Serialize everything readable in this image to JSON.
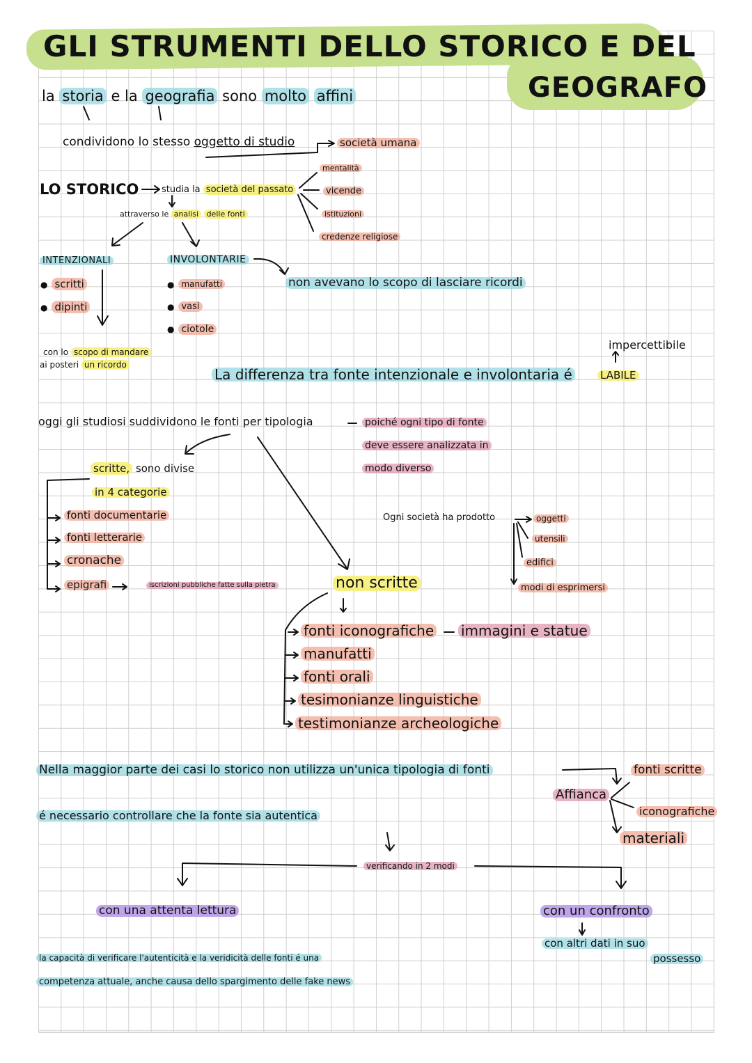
{
  "title": {
    "line1": "GLI STRUMENTI DELLO STORICO E DEL",
    "line2": "GEOGRAFO"
  },
  "intro": {
    "sentence": [
      "la",
      "storia",
      "e la",
      "geografia",
      "sono",
      "molto",
      "affini"
    ],
    "shared": [
      "condividono lo stesso",
      "oggetto di studio",
      "società umana"
    ]
  },
  "storico": {
    "label": "LO STORICO",
    "studies": "studia la",
    "studies_hl": "società del passato",
    "method_pre": "attraverso le",
    "method_hl": "analisi",
    "method_post": "delle fonti",
    "aspects": [
      "mentalità",
      "vicende",
      "istituzioni",
      "credenze religiose"
    ]
  },
  "sources": {
    "intentional": {
      "heading": "INTENZIONALI",
      "items": [
        "scritti",
        "dipinti"
      ],
      "purpose_line1_pre": "con lo",
      "purpose_line1_hl": "scopo di mandare",
      "purpose_line2_pre": "ai posteri",
      "purpose_line2_hl": "un ricordo"
    },
    "involuntary": {
      "heading": "INVOLONTARIE",
      "items": [
        "manufatti",
        "vasi",
        "ciotole"
      ],
      "note": "non avevano lo scopo di lasciare ricordi"
    }
  },
  "difference": {
    "text": "La differenza tra fonte intenzionale e involontaria é",
    "keyword": "LABILE",
    "annotation": "impercettibile"
  },
  "typology": {
    "sentence": "oggi gli studiosi suddividono le fonti per tipologia",
    "reason": [
      "poiché ogni tipo di fonte",
      "deve essere analizzata in",
      "modo diverso"
    ],
    "written": {
      "heading_hl": "scritte,",
      "heading_rest": "sono divise",
      "sub": "in 4 categorie",
      "items": [
        "fonti documentarie",
        "fonti letterarie",
        "cronache",
        "epigrafi"
      ],
      "epigrafi_def": "iscrizioni pubbliche fatte sulla pietra"
    },
    "unwritten": {
      "heading": "non scritte",
      "items": [
        "fonti iconografiche",
        "manufatti",
        "fonti orali",
        "tesimonianze linguistiche",
        "testimonianze archeologiche"
      ],
      "iconographic_def": "immagini e statue"
    },
    "society": {
      "text": "Ogni società ha prodotto",
      "items": [
        "oggetti",
        "utensili",
        "edifici",
        "modi di esprimersi"
      ]
    }
  },
  "usage": {
    "sentence": "Nella maggior parte dei casi lo storico non utilizza un'unica tipologia di fonti",
    "affianca": "Affianca",
    "combined": [
      "fonti scritte",
      "iconografiche",
      "materiali"
    ]
  },
  "verification": {
    "sentence": "é necessario controllare che la fonte sia autentica",
    "method": "verificando in 2 modi",
    "way1": "con una attenta lettura",
    "way2": "con un confronto",
    "way2_detail_1": "con altri dati in suo",
    "way2_detail_2": "possesso"
  },
  "conclusion": [
    "la capacità di verificare l'autenticità e la veridicità delle fonti é una",
    "competenza attuale, anche causa dello spargimento delle fake news"
  ],
  "colors": {
    "green": "#c6e08e",
    "blue": "#97d7e0",
    "peach": "#f0aa96",
    "yellow": "#f6ee6e",
    "pink": "#e2a0b4",
    "purple": "#b496e6",
    "grid": "#cfcfcf"
  }
}
